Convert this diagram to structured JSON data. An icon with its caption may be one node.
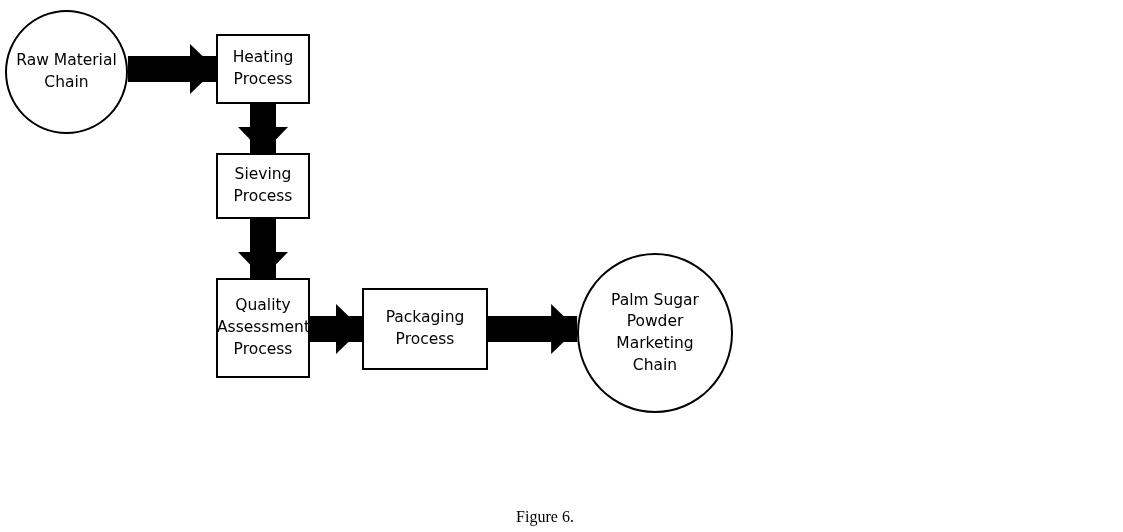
{
  "diagram": {
    "caption": "Figure 6.",
    "nodes": [
      {
        "text": [
          "Raw Material Chain"
        ]
      },
      {
        "text": [
          "Heating Process"
        ]
      },
      {
        "text": [
          "Sieving Process"
        ]
      },
      {
        "text": [
          "Quality Assessment Process"
        ]
      },
      {
        "text": [
          "Packaging Process"
        ]
      },
      {
        "text": [
          "Palm Sugar Powder Marketing Chain"
        ]
      }
    ],
    "edges": [
      {
        "from": 0,
        "to": 1,
        "arrow": "to"
      },
      {
        "from": 1,
        "to": 2,
        "arrow": "to"
      },
      {
        "from": 2,
        "to": 3,
        "arrow": "to"
      },
      {
        "from": 3,
        "to": 4,
        "arrow": "to"
      },
      {
        "from": 4,
        "to": 5,
        "arrow": "to"
      }
    ]
  }
}
